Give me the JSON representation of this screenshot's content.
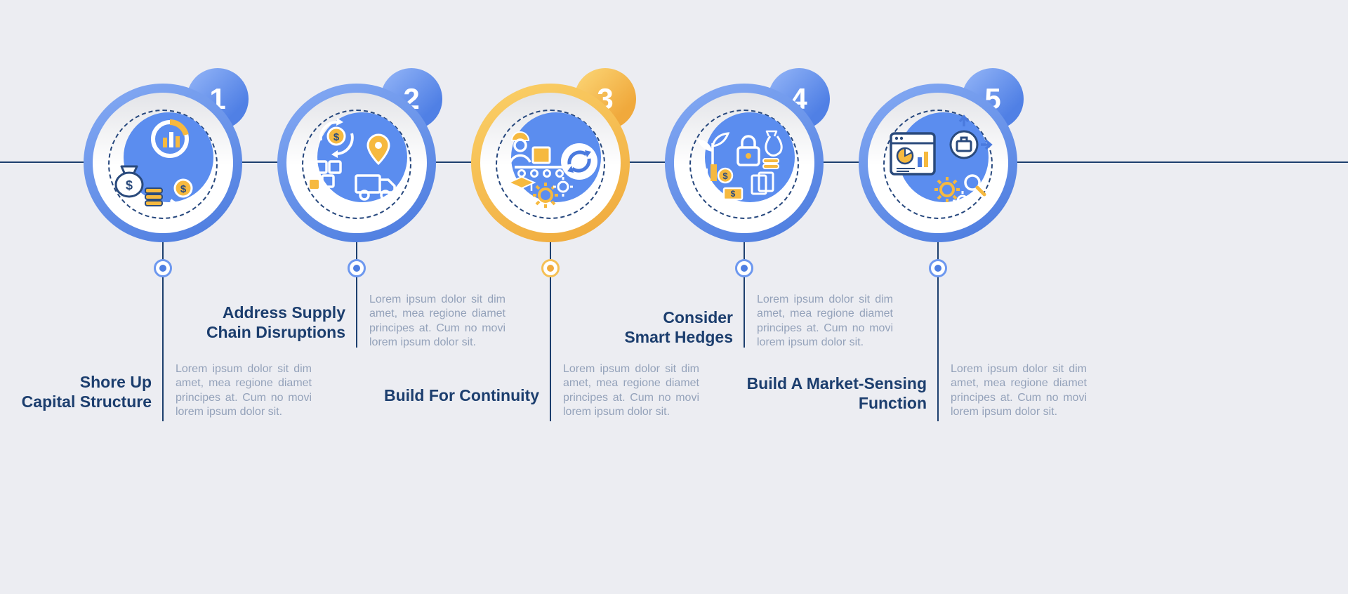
{
  "colors": {
    "background": "#ecedf2",
    "accent_blue": "#5a8cf0",
    "accent_yellow": "#f6b93f",
    "line": "#1d3f6e",
    "title_text": "#1c3e6e",
    "body_text": "#94a2ba"
  },
  "steps": [
    {
      "number": "1",
      "theme": "blue",
      "icon": "capital-structure-icon",
      "title": "Shore Up\nCapital Structure",
      "body": "Lorem ipsum dolor sit dim amet, mea regione diamet principes at. Cum no movi lorem ipsum dolor sit."
    },
    {
      "number": "2",
      "theme": "blue",
      "icon": "supply-chain-icon",
      "title": "Address Supply\nChain Disruptions",
      "body": "Lorem ipsum dolor sit dim amet, mea regione diamet principes at. Cum no movi lorem ipsum dolor sit."
    },
    {
      "number": "3",
      "theme": "yellow",
      "icon": "continuity-icon",
      "title": "Build For Continuity",
      "body": "Lorem ipsum dolor sit dim amet, mea regione diamet principes at. Cum no movi lorem ipsum dolor sit."
    },
    {
      "number": "4",
      "theme": "blue",
      "icon": "smart-hedges-icon",
      "title": "Consider\nSmart Hedges",
      "body": "Lorem ipsum dolor sit dim amet, mea regione diamet principes at. Cum no movi lorem ipsum dolor sit."
    },
    {
      "number": "5",
      "theme": "blue",
      "icon": "market-sensing-icon",
      "title": "Build A Market-Sensing\nFunction",
      "body": "Lorem ipsum dolor sit dim amet, mea regione diamet principes at. Cum no movi lorem ipsum dolor sit."
    }
  ]
}
